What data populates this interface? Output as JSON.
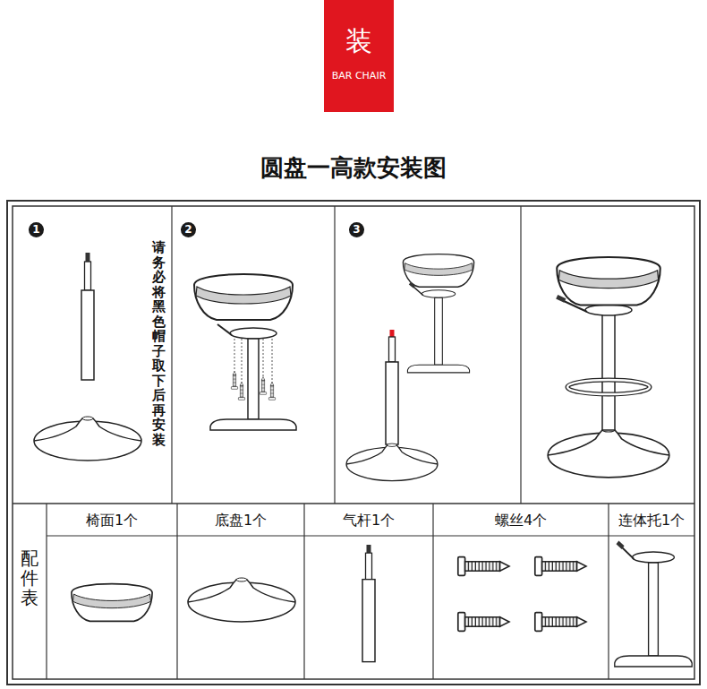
{
  "diagram": {
    "title": "圆盘一高款安装图",
    "nodes": [
      {
        "text": [
          "装",
          "BAR CHAIR"
        ]
      }
    ],
    "labels": [
      "1",
      "请务必将黑色帽子取下后再安装",
      "2",
      "3",
      "配件表",
      "椅面1个",
      "底盘1个",
      "气杆1个",
      "螺丝4个",
      "连体托1个"
    ]
  }
}
